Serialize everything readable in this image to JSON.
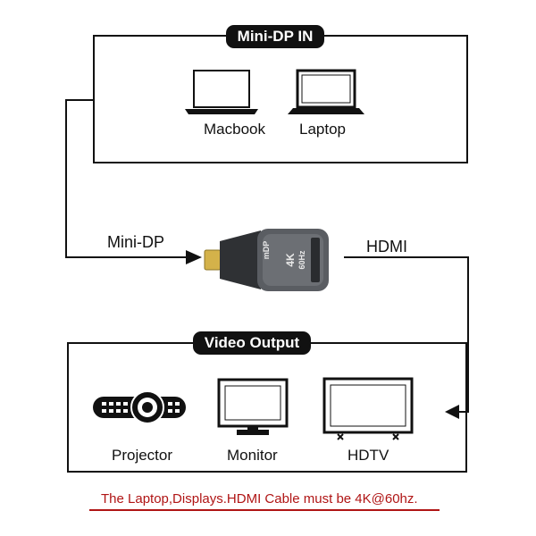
{
  "input_section": {
    "title": "Mini-DP IN",
    "devices": [
      "Macbook",
      "Laptop"
    ]
  },
  "adapter": {
    "input_label": "Mini-DP",
    "output_label": "HDMI",
    "logo_text": "mDP",
    "spec_top": "4K",
    "spec_bottom": "60Hz"
  },
  "output_section": {
    "title": "Video Output",
    "devices": [
      "Projector",
      "Monitor",
      "HDTV"
    ]
  },
  "footer_note": "The Laptop,Displays.HDMI Cable must be 4K@60hz.",
  "colors": {
    "line": "#111111",
    "note": "#b01515",
    "adapter_body": "#5a5d62",
    "adapter_plug": "#d4b24a"
  }
}
